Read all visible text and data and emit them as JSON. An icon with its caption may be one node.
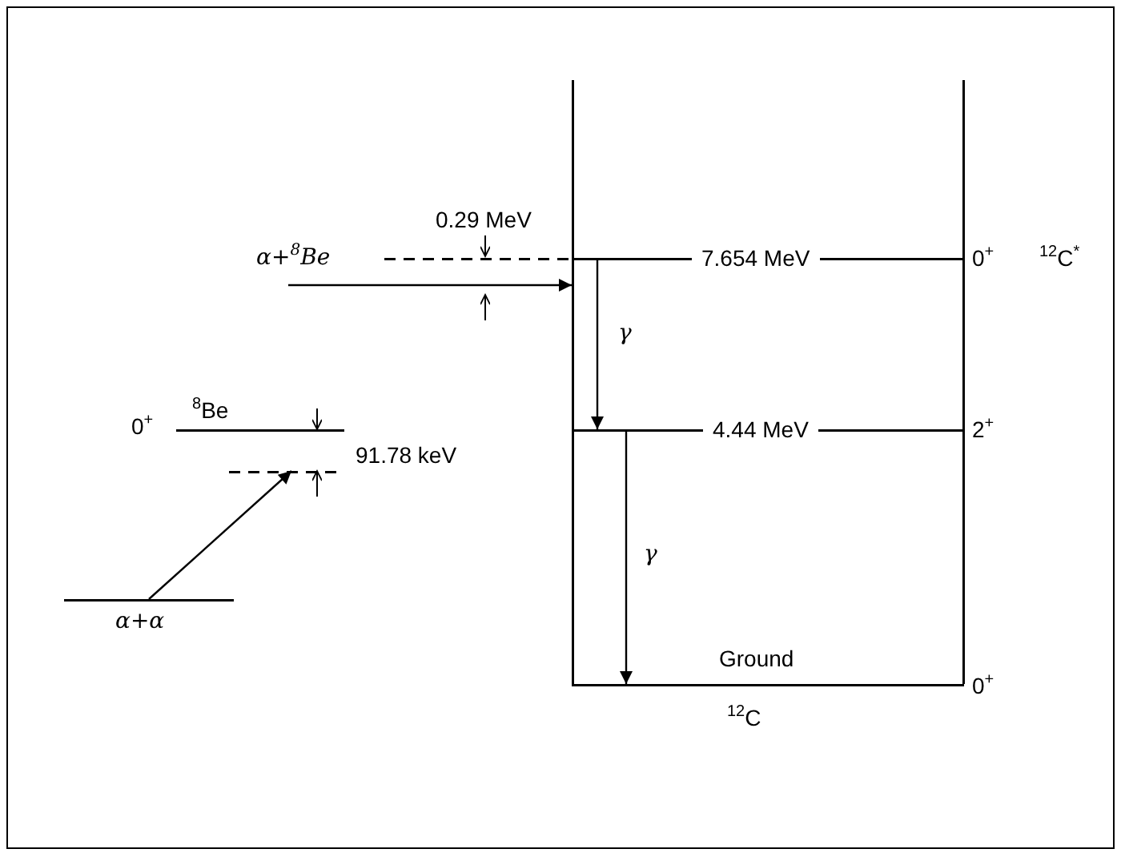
{
  "diagram": {
    "nodes": [
      {
        "text": [
          "α+α"
        ]
      },
      {
        "text": [],
        "shape": "line"
      },
      {
        "text": [
          "0$^{+}$",
          "$^{8}$Be"
        ]
      },
      {
        "text": [
          "α+$^{8}$Be"
        ]
      },
      {
        "text": [
          "$^{12}$C"
        ]
      },
      {
        "text": [
          "7.654 MeV"
        ],
        "beside": [
          "0$^{+}$",
          "$^{12}$C$^{*}$"
        ],
        "in": 4
      },
      {
        "text": [
          "4.44 MeV"
        ],
        "beside": [
          "2$^{+}$"
        ],
        "in": 4
      },
      {
        "text": [
          "Ground"
        ],
        "beside": [
          "0$^{+}$"
        ],
        "in": 4
      }
    ],
    "edges": [
      {
        "from": 0,
        "to": 1,
        "arrow": "to"
      },
      {
        "from": 3,
        "to": 4,
        "arrow": "to"
      },
      {
        "from": 5,
        "to": 6,
        "arrow": "to",
        "label": "γ"
      },
      {
        "from": 6,
        "to": 7,
        "arrow": "to",
        "label": "γ"
      }
    ],
    "labels": [
      "0.29 MeV",
      "91.78 keV"
    ]
  }
}
